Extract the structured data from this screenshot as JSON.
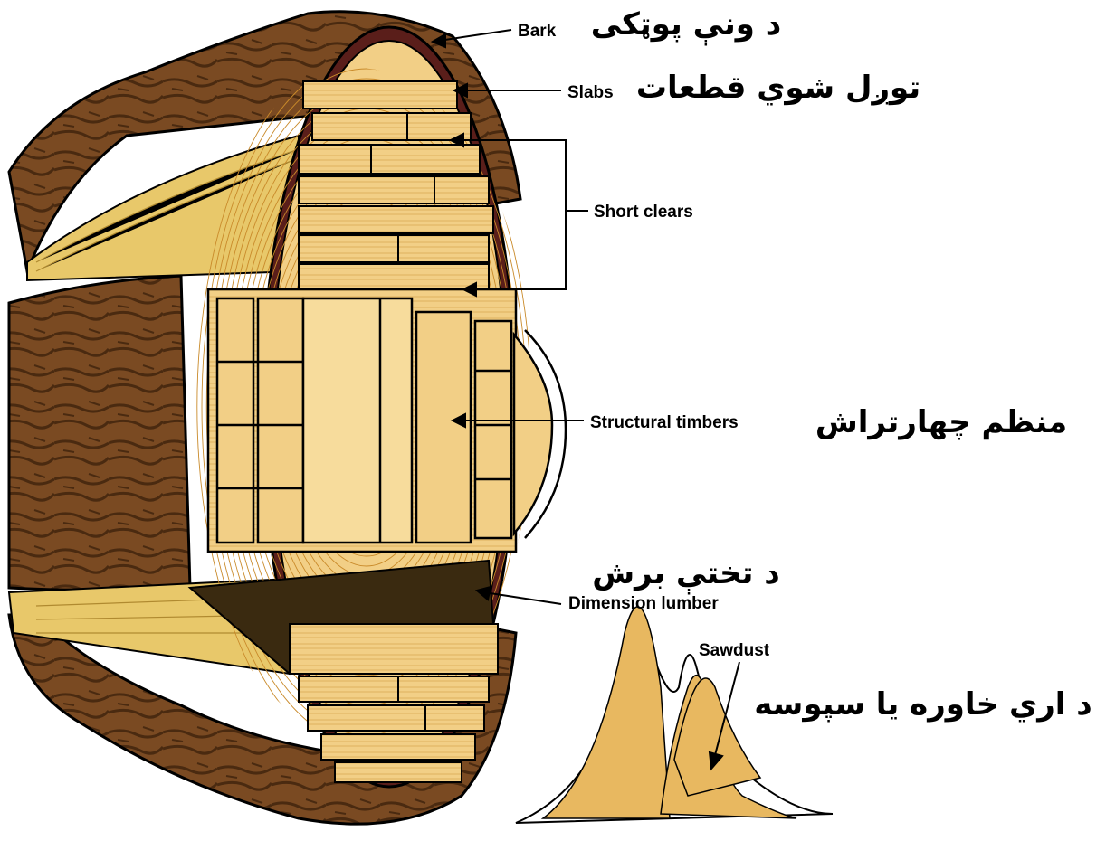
{
  "labels": {
    "bark_en": "Bark",
    "bark_ps": "د ونې پوټکی",
    "slabs_en": "Slabs",
    "slabs_ps": "توږل شوي قطعات",
    "short_clears_en": "Short clears",
    "structural_en": "Structural timbers",
    "structural_ps": "منظم چهارتراش",
    "dimension_ps": "د تختې برش",
    "dimension_en": "Dimension lumber",
    "sawdust_en": "Sawdust",
    "sawdust_ps": "د اري خاوره يا سپوسه"
  },
  "colors": {
    "bark": "#7a4a22",
    "bark_dark": "#4a2a10",
    "inner_bark": "#5a1e1a",
    "wood": "#f2cf86",
    "wood_dark": "#d9a850",
    "ring": "#c98a2a",
    "sapwood": "#e8c86a",
    "outline": "#000000"
  }
}
